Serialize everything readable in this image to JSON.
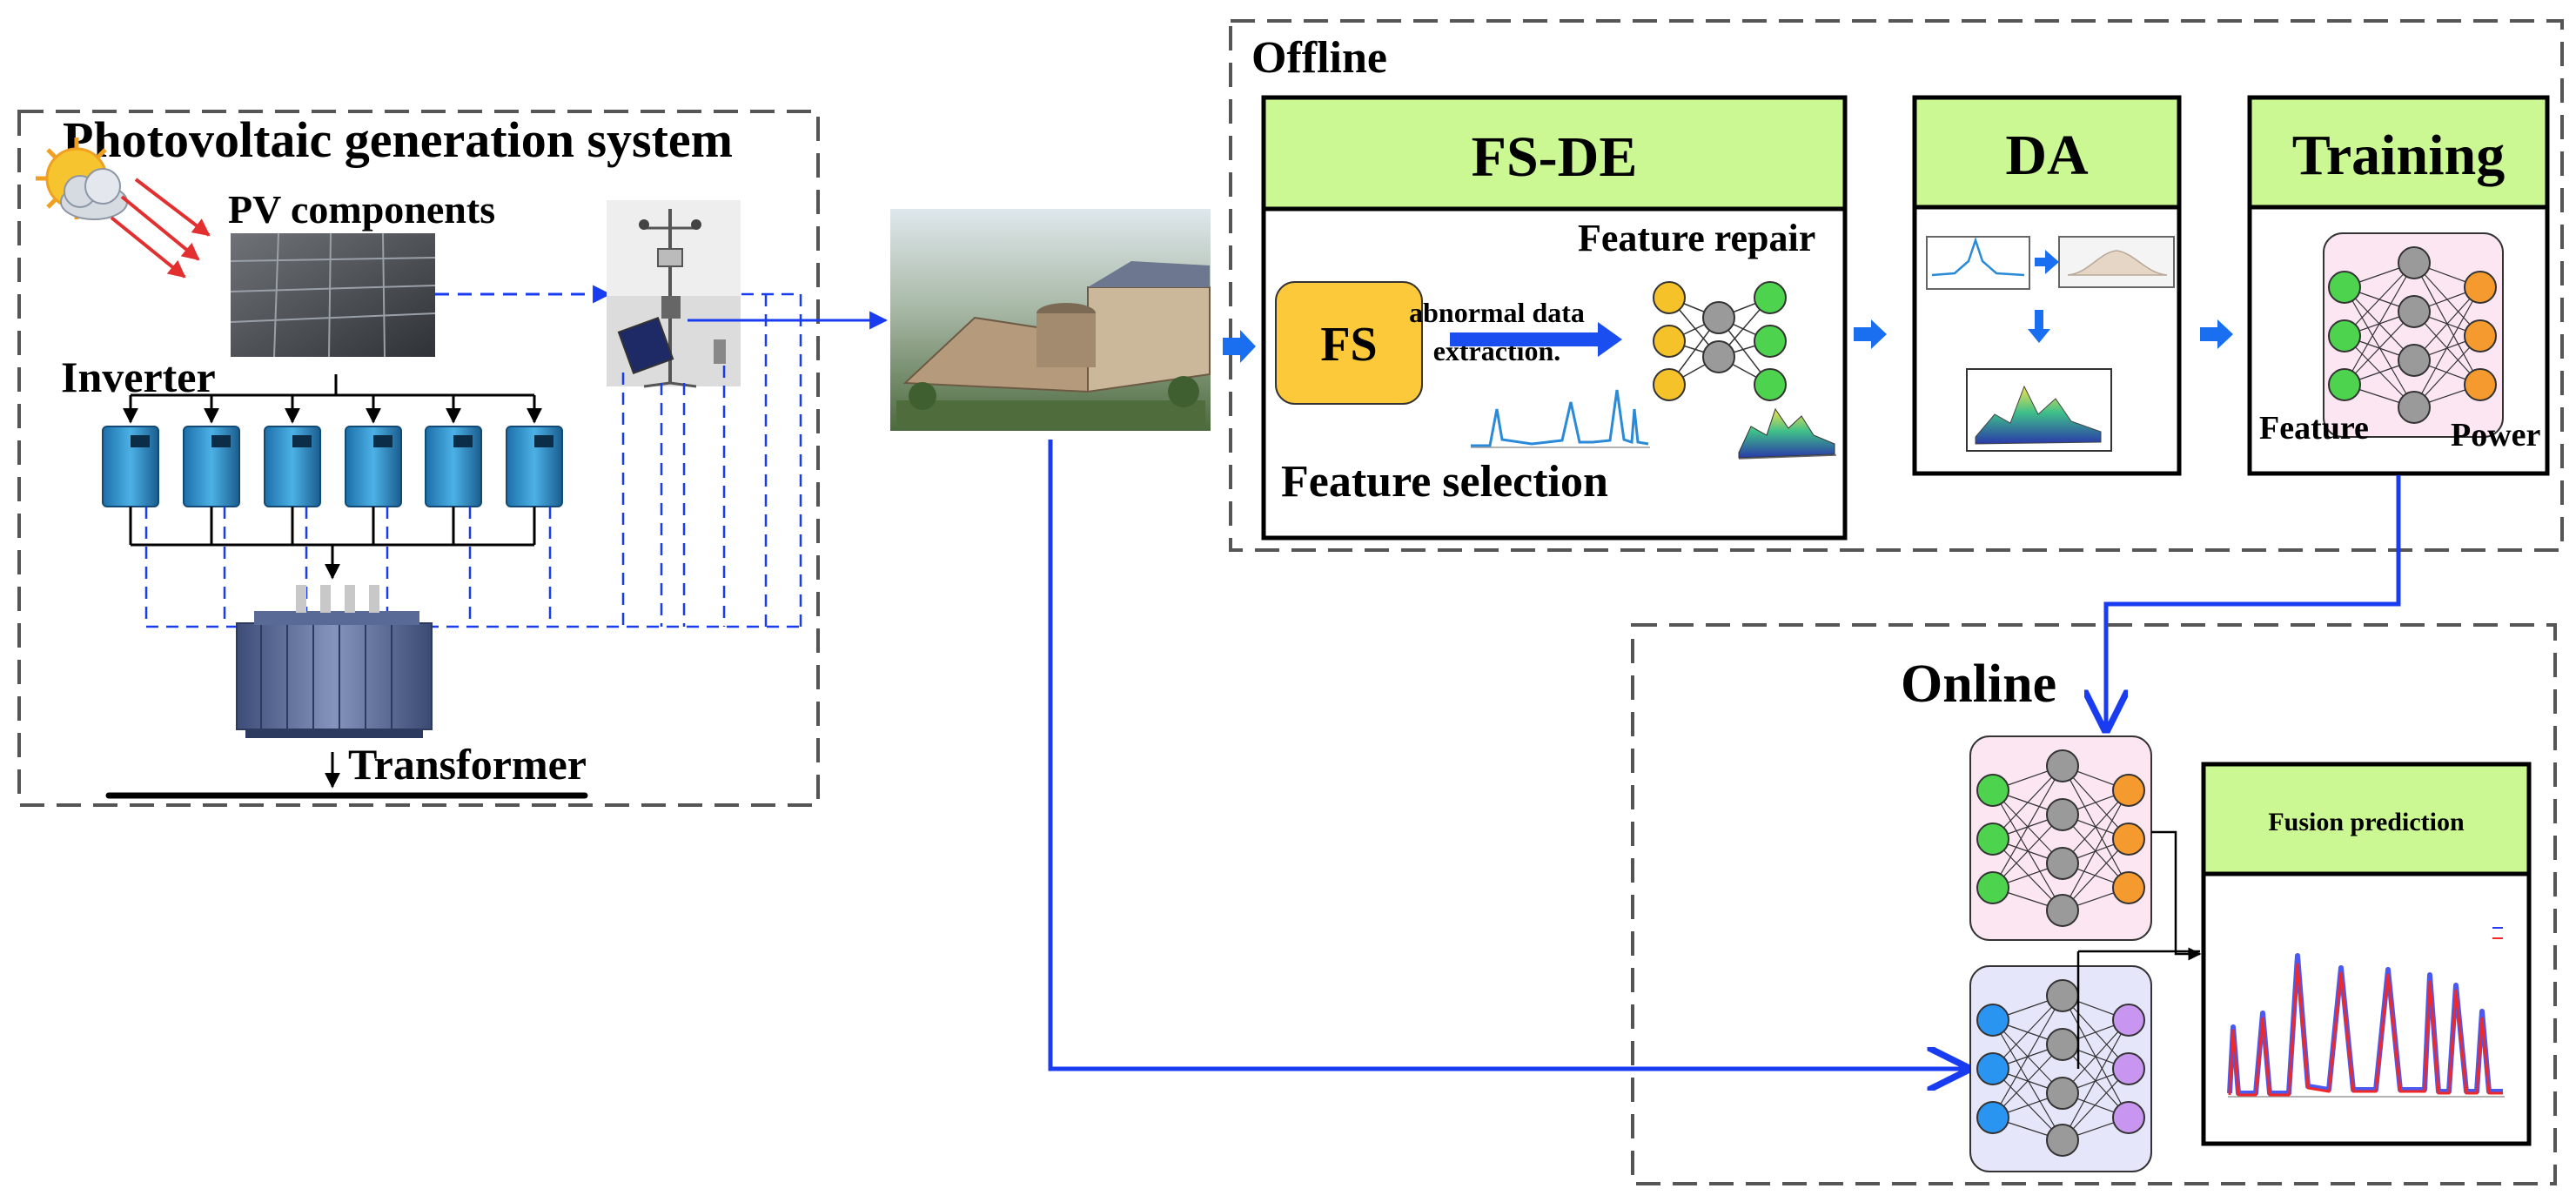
{
  "pv_system": {
    "title": "Photovoltaic generation system",
    "pv_components_label": "PV components",
    "inverter_label": "Inverter",
    "transformer_label": "Transformer"
  },
  "offline": {
    "label": "Offline",
    "fsde": {
      "title": "FS-DE",
      "fs_label": "FS",
      "arrow_label_line1": "abnormal data",
      "arrow_label_line2": "extraction.",
      "feature_repair": "Feature repair",
      "feature_selection": "Feature selection"
    },
    "da": {
      "title": "DA"
    },
    "training": {
      "title": "Training",
      "feature_label": "Feature",
      "power_label": "Power"
    }
  },
  "online": {
    "label": "Online",
    "fusion_title": "Fusion prediction"
  },
  "colors": {
    "header_green": "#ccf894",
    "dash_gray": "#555555",
    "flow_blue": "#1a3cf0",
    "fs_yellow": "#fbc93a",
    "node_green": "#4ed34e",
    "node_gray": "#9a9a9a",
    "node_orange": "#f59a2e",
    "node_yellow": "#f6c22a",
    "node_blue": "#2a95f0",
    "node_purple": "#c896f0",
    "panel_pink": "#fbe6f2",
    "panel_lavender": "#e6e6fb"
  },
  "icons": [
    "sun-icon",
    "cloud-icon",
    "weather-station-icon",
    "building-photo",
    "transformer-icon",
    "inverter-icon"
  ]
}
